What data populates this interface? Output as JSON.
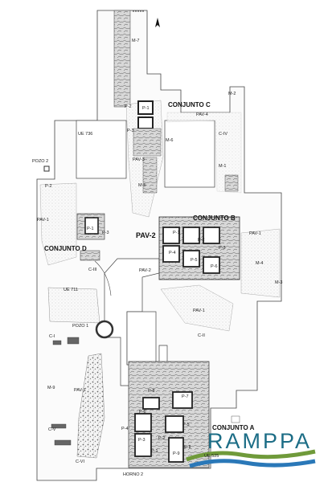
{
  "labels": {
    "m7": "M-7",
    "p2_top": "P-2",
    "p1_top": "P-1",
    "p3_top": "P-3",
    "ue736": "UE 736",
    "pozo2": "POZO 2",
    "m2": "M-2",
    "pav4": "PAV-4",
    "civ": "C-IV",
    "m6": "M-6",
    "pav3": "PAV-3",
    "m1": "M-1",
    "m5": "M-5",
    "p2_left": "P-2",
    "pav1_left": "PAV-1",
    "p1_left": "P-1",
    "p3_left": "P-3",
    "pav1_right": "PAV-1",
    "b_p1": "P-1",
    "b_p2": "P-2",
    "b_p3": "P-3",
    "b_p4": "P-4",
    "b_p5": "P-5",
    "b_p6": "P-6",
    "m4": "M-4",
    "m3": "M-3",
    "ciii": "C-III",
    "pav2_small": "PAV-2",
    "ue711": "UE 711",
    "pav1_mid": "PAV-1",
    "cii": "C-II",
    "pozo1": "POZO 1",
    "ci": "C-I",
    "m9": "M-9",
    "pav1_low": "PAV-1",
    "cv": "C-V",
    "cvi": "C-VI",
    "p8a": "P-8",
    "p7": "P-7",
    "p6a": "P-6",
    "p5a": "P-5",
    "p4a": "P-4",
    "p3a": "P-3",
    "p2a": "P-2",
    "p1a": "P-1",
    "e2": "E-II",
    "p9": "P-9",
    "ue525": "UE 525",
    "horno2": "HORNO 2"
  },
  "groups": {
    "conjunto_a": "CONJUNTO A",
    "conjunto_b": "CONJUNTO B",
    "conjunto_c": "CONJUNTO C",
    "conjunto_d": "CONJUNTO D"
  },
  "pav2_big": "PAV-2",
  "logo": {
    "text": "RAMPPA",
    "color": "#1c6d86",
    "wave_green": "#6f9a3a",
    "wave_blue": "#2a78b8"
  },
  "north_arrow": "north-arrow-icon"
}
